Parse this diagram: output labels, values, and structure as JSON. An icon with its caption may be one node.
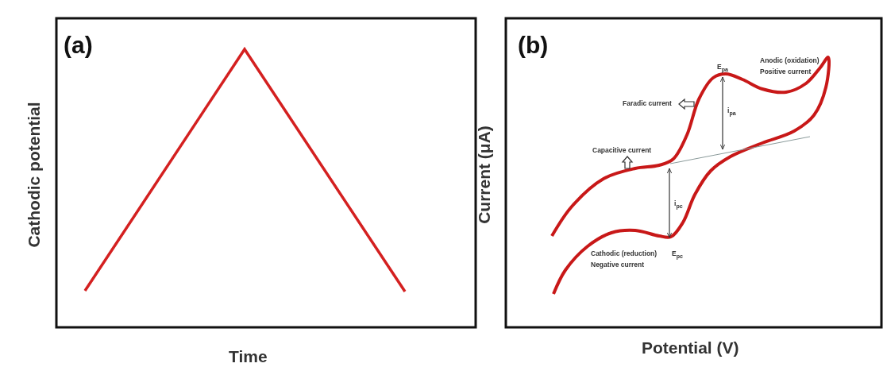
{
  "diagram": {
    "labels": [
      "(a)",
      "Cathodic potential",
      "Time",
      "(b)",
      "Current (μA)",
      "Potential (V)",
      "E$_{pa}$",
      "Anodic (oxidation) Positive current",
      "Faradic current",
      "i$_{pa}$",
      "Capacitive current",
      "i$_{pc}$",
      "Cathodic (reduction) Negative current",
      "E$_{pc}$"
    ]
  }
}
